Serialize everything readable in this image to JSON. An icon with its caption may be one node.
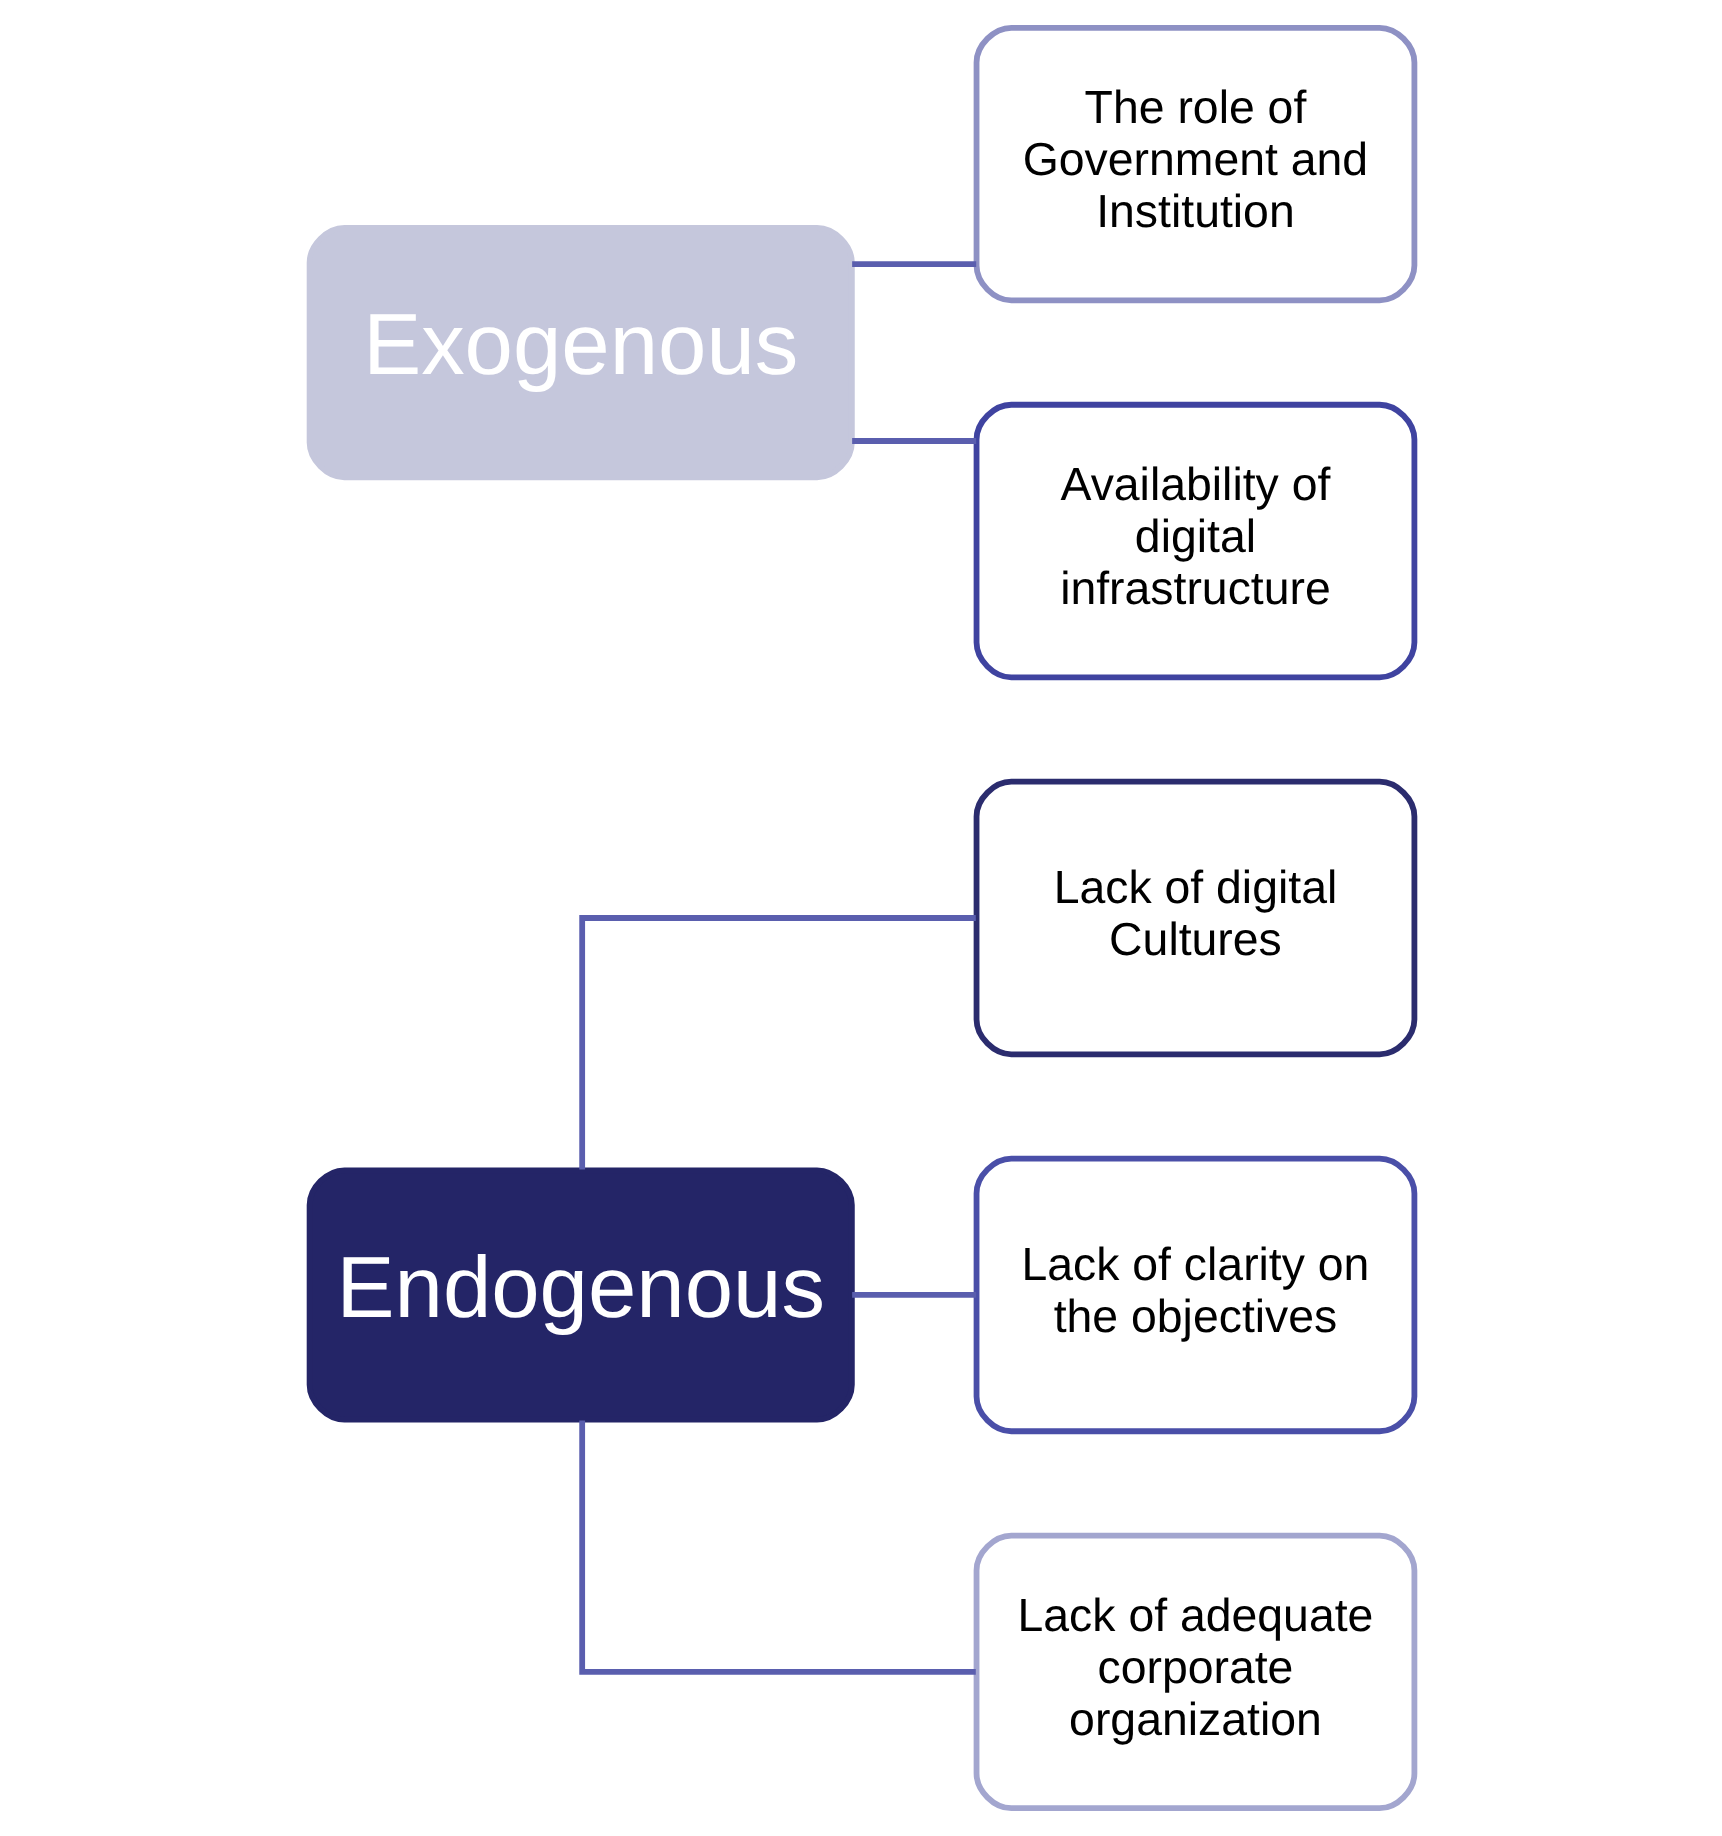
{
  "diagram": {
    "nodes": [
      {
        "text": [
          "Endogenous"
        ]
      },
      {
        "text": [
          "Lack of digital Cultures"
        ]
      },
      {
        "text": [
          "Lack of clarity on the objectives"
        ]
      },
      {
        "text": [
          "Lack of adequate corporate organization"
        ]
      },
      {
        "text": [
          "Exogenous"
        ]
      },
      {
        "text": [
          "The role of Government and Institution"
        ]
      },
      {
        "text": [
          "Availability of digital infrastructure"
        ]
      }
    ],
    "edges": [
      {
        "from": 0,
        "to": 1,
        "arrow": "none"
      },
      {
        "from": 0,
        "to": 2,
        "arrow": "none"
      },
      {
        "from": 0,
        "to": 3,
        "arrow": "none"
      },
      {
        "from": 4,
        "to": 5,
        "arrow": "none"
      },
      {
        "from": 4,
        "to": 6,
        "arrow": "none"
      }
    ]
  }
}
